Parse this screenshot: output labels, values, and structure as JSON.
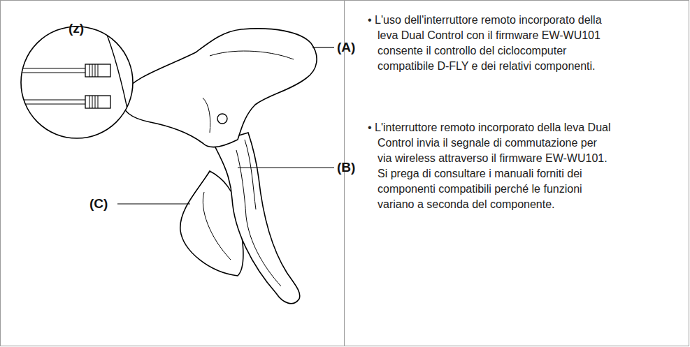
{
  "diagram": {
    "labels": [
      "(z)",
      "(A)",
      "(B)",
      "(C)",
      "• L'uso dell'interruttore remoto incorporato della leva Dual Control con il firmware EW-WU101 consente il controllo del ciclocomputer compatibile D-FLY e dei relativi componenti.",
      "• L'interruttore remoto incorporato della leva Dual Control invia il segnale di commutazione per via wireless attraverso il firmware EW-WU101.",
      "Si prega di consultare i manuali forniti dei componenti compatibili perché le funzioni variano a seconda del componente."
    ]
  }
}
